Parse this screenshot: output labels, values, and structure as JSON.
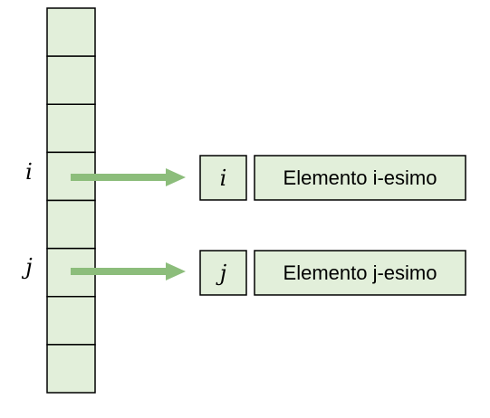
{
  "array": {
    "cell_count": 8
  },
  "pointers": [
    {
      "index_label": "i",
      "key_label": "i",
      "element_label": "Elemento i-esimo",
      "cell_index": 3
    },
    {
      "index_label": "j",
      "key_label": "j",
      "element_label": "Elemento j-esimo",
      "cell_index": 5
    }
  ],
  "colors": {
    "cell_fill": "#e2efda",
    "border": "#000000",
    "arrow": "#8cbd7b"
  }
}
